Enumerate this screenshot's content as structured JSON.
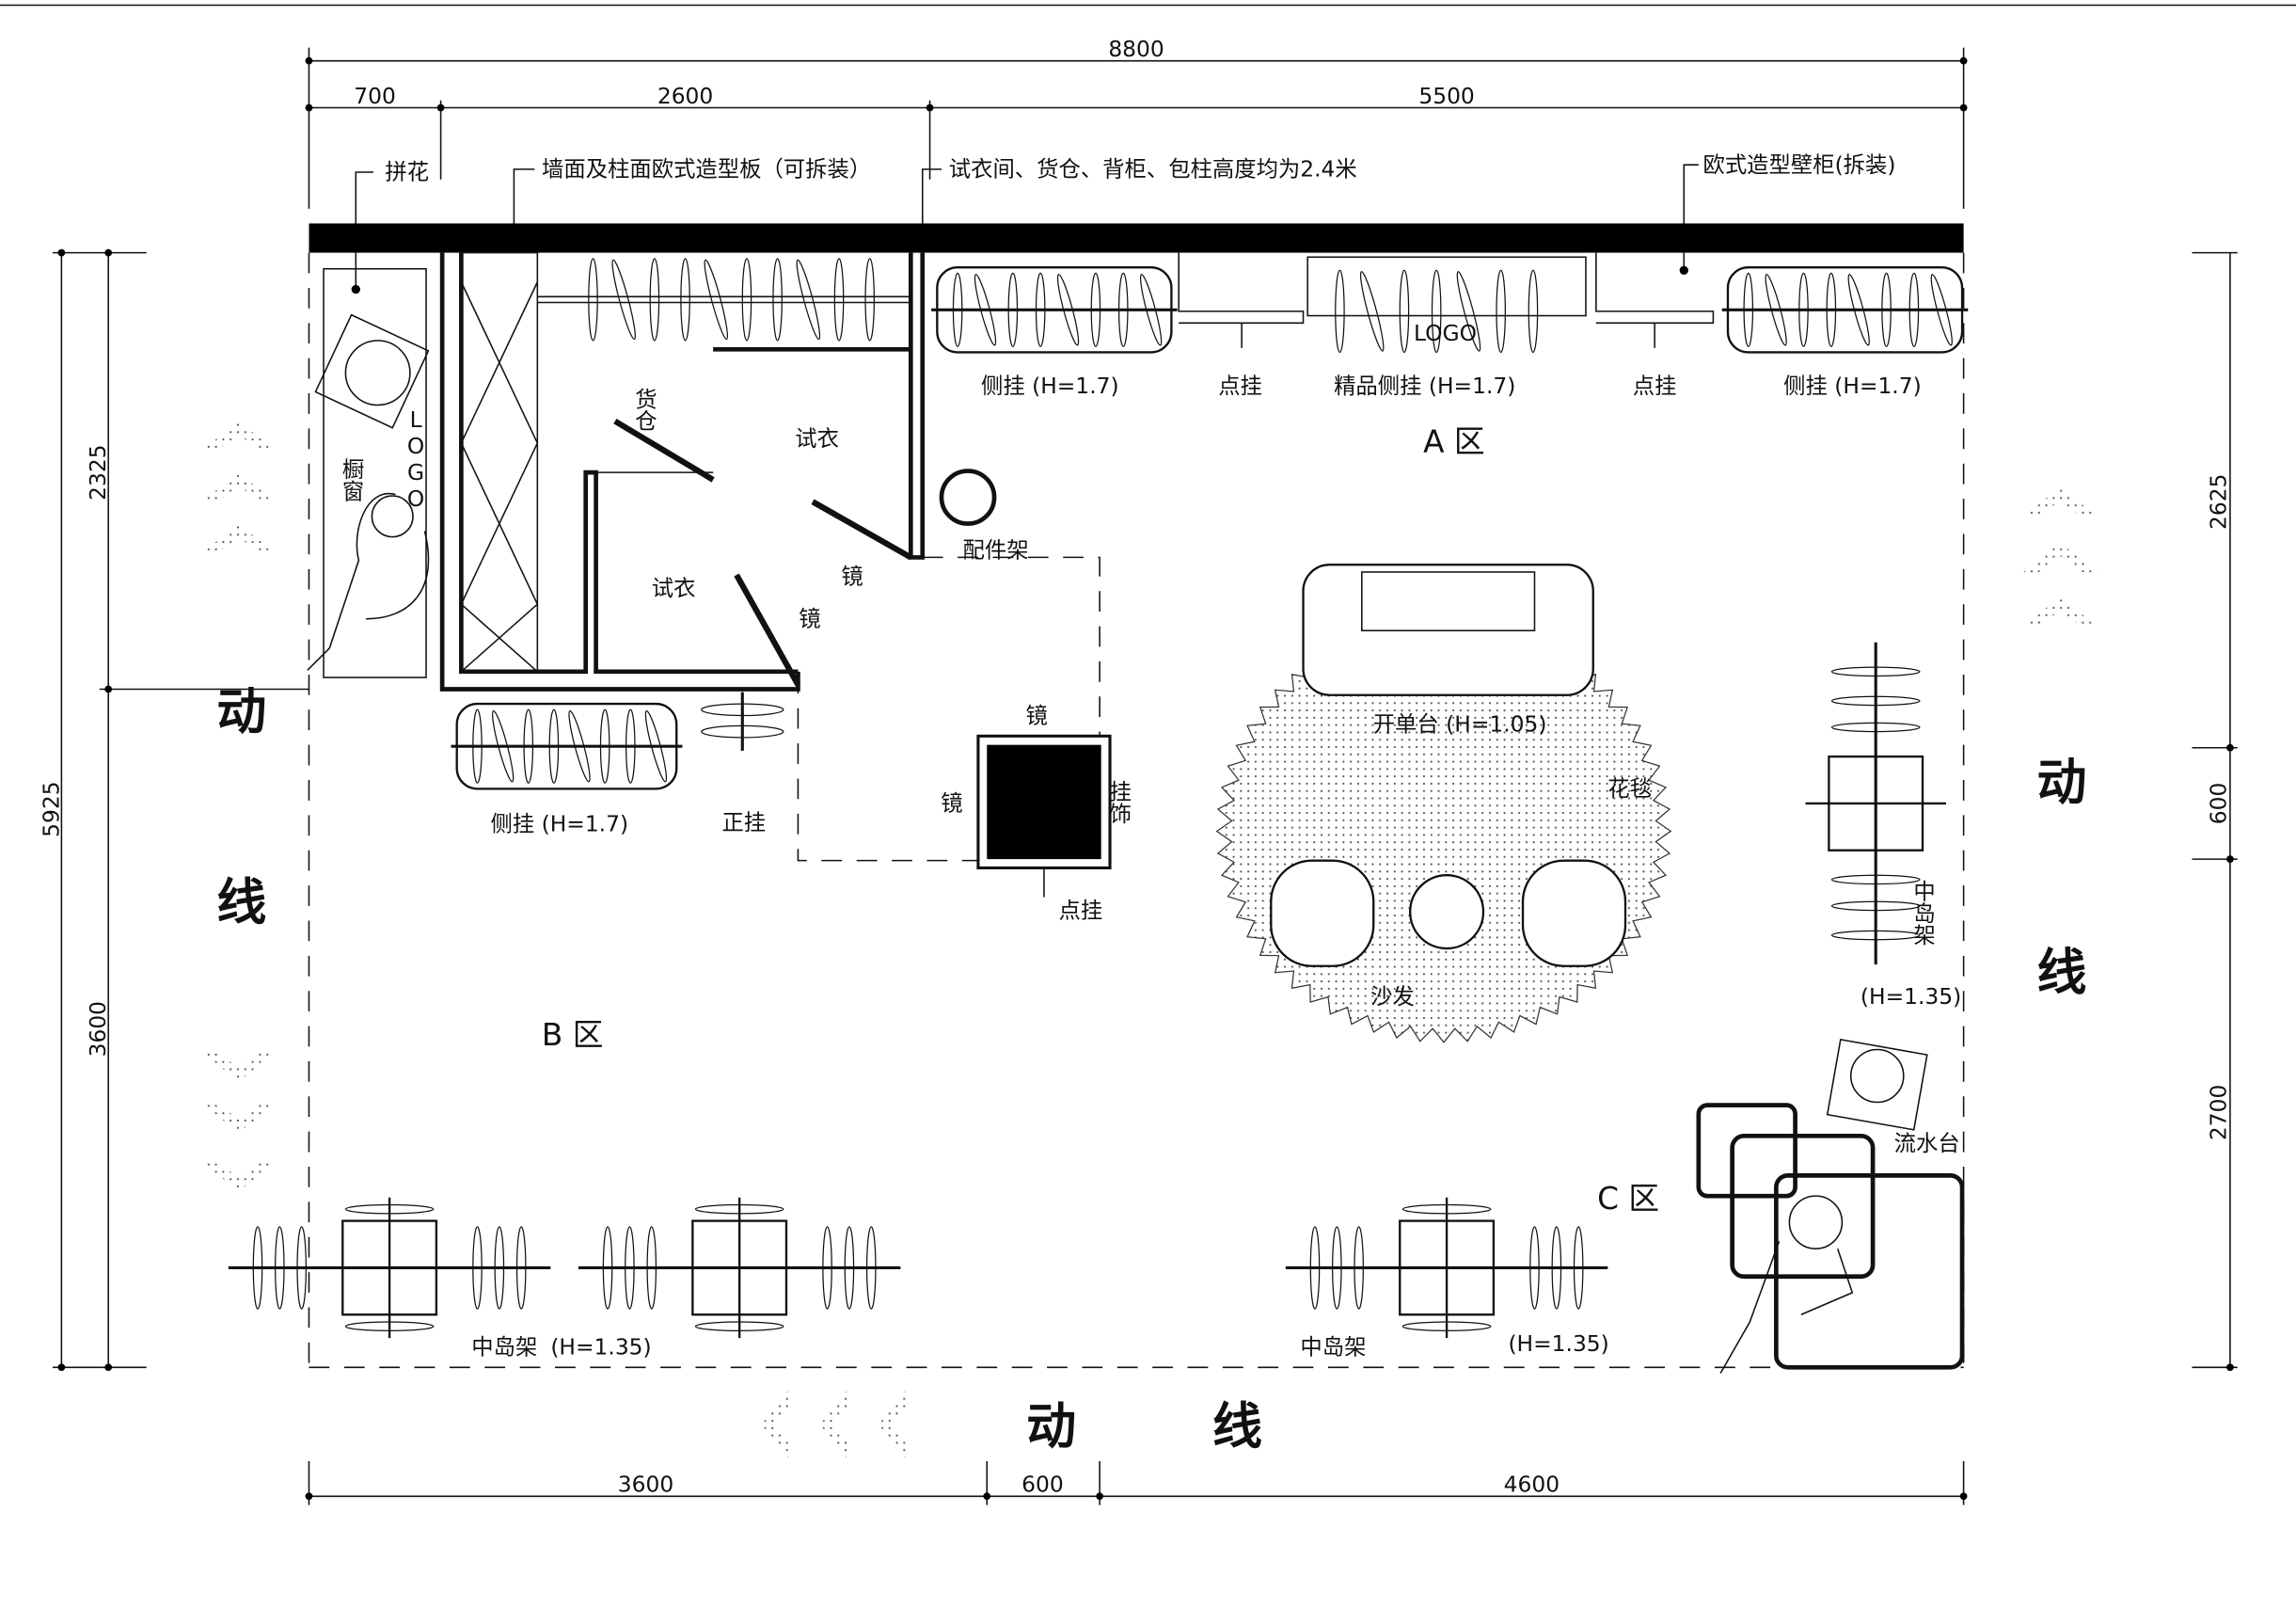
{
  "dimensions": {
    "top_total": "8800",
    "top_segments": [
      "700",
      "2600",
      "5500"
    ],
    "bottom_segments": [
      "3600",
      "600",
      "4600"
    ],
    "left_total": "5925",
    "left_segments": [
      "2325",
      "3600"
    ],
    "right_segments": [
      "2625",
      "600",
      "2700"
    ]
  },
  "annotations": {
    "pinhua": "拼花",
    "wall_panel": "墙面及柱面欧式造型板（可拆装）",
    "height_note": "试衣间、货仓、背柜、包柱高度均为2.4米",
    "cabinet": "欧式造型壁柜(拆装)"
  },
  "labels": {
    "side_hang_top_left": "侧挂 (H=1.7)",
    "point_hang_1": "点挂",
    "premium_side_hang": "精品侧挂 (H=1.7)",
    "logo_top": "LOGO",
    "point_hang_2": "点挂",
    "side_hang_top_right": "侧挂 (H=1.7)",
    "zone_a": "A 区",
    "zone_b": "B 区",
    "zone_c": "C 区",
    "storage": "货仓",
    "fitting_1": "试衣",
    "fitting_2": "试衣",
    "mirror_1": "镜",
    "mirror_2": "镜",
    "mirror_3": "镜",
    "mirror_4": "镜",
    "accessory_rack": "配件架",
    "window": "橱窗",
    "logo_vertical": "LOGO",
    "side_hang_lower": "侧挂 (H=1.7)",
    "front_hang": "正挂",
    "ornament": "挂饰",
    "point_hang_3": "点挂",
    "cashier": "开单台 (H=1.05)",
    "carpet": "花毯",
    "sofa": "沙发",
    "island_right": "中岛架",
    "island_right_h": "(H=1.35)",
    "sink_counter": "流水台",
    "island_left": "中岛架",
    "island_left_h": "(H=1.35)",
    "island_mid": "中岛架",
    "island_mid_h": "(H=1.35)"
  },
  "flow": {
    "char1": "动",
    "char2": "线"
  }
}
